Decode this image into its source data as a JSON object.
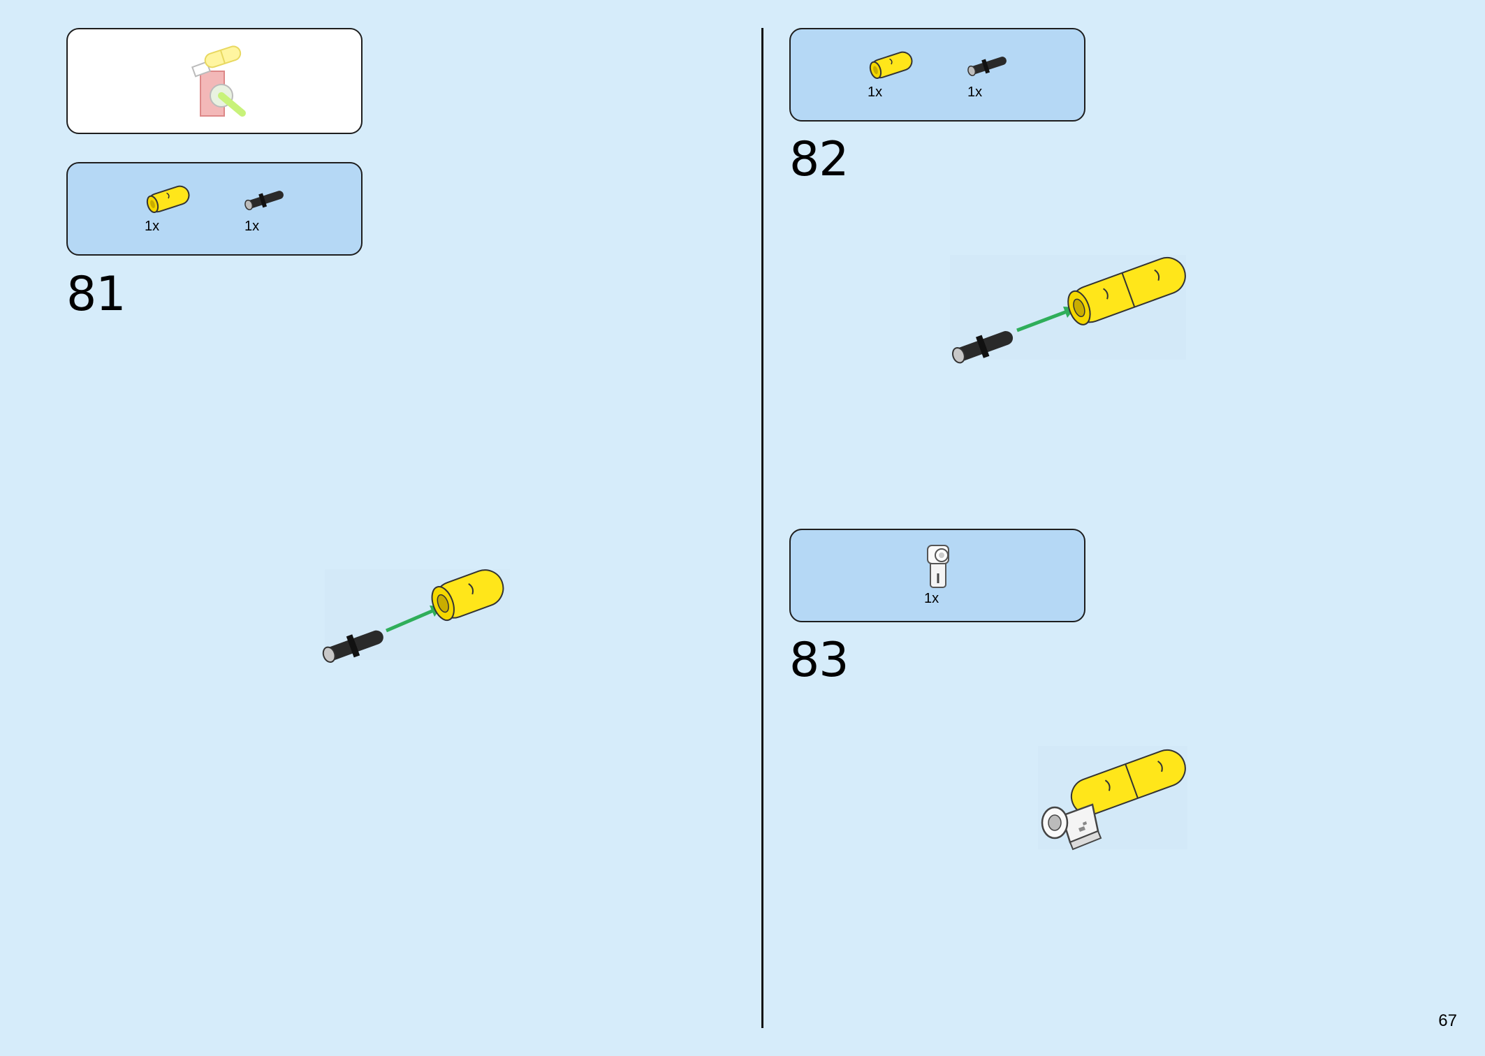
{
  "left": {
    "preview": {
      "icon": "assembled-subassembly-icon"
    },
    "step81": {
      "parts": [
        {
          "qty": "1x",
          "icon": "yellow-connector-icon"
        },
        {
          "qty": "1x",
          "icon": "black-axle-pin-icon"
        }
      ],
      "number": "81"
    }
  },
  "right": {
    "step82": {
      "parts": [
        {
          "qty": "1x",
          "icon": "yellow-connector-icon"
        },
        {
          "qty": "1x",
          "icon": "black-axle-pin-icon"
        }
      ],
      "number": "82"
    },
    "step83": {
      "parts": [
        {
          "qty": "1x",
          "icon": "white-angle-connector-icon"
        }
      ],
      "number": "83"
    }
  },
  "page": {
    "number": "67"
  },
  "colors": {
    "background": "#d6ecfa",
    "parts_box": "#b5d8f5",
    "yellow": "#ffe61a",
    "arrow": "#2fae5a"
  }
}
